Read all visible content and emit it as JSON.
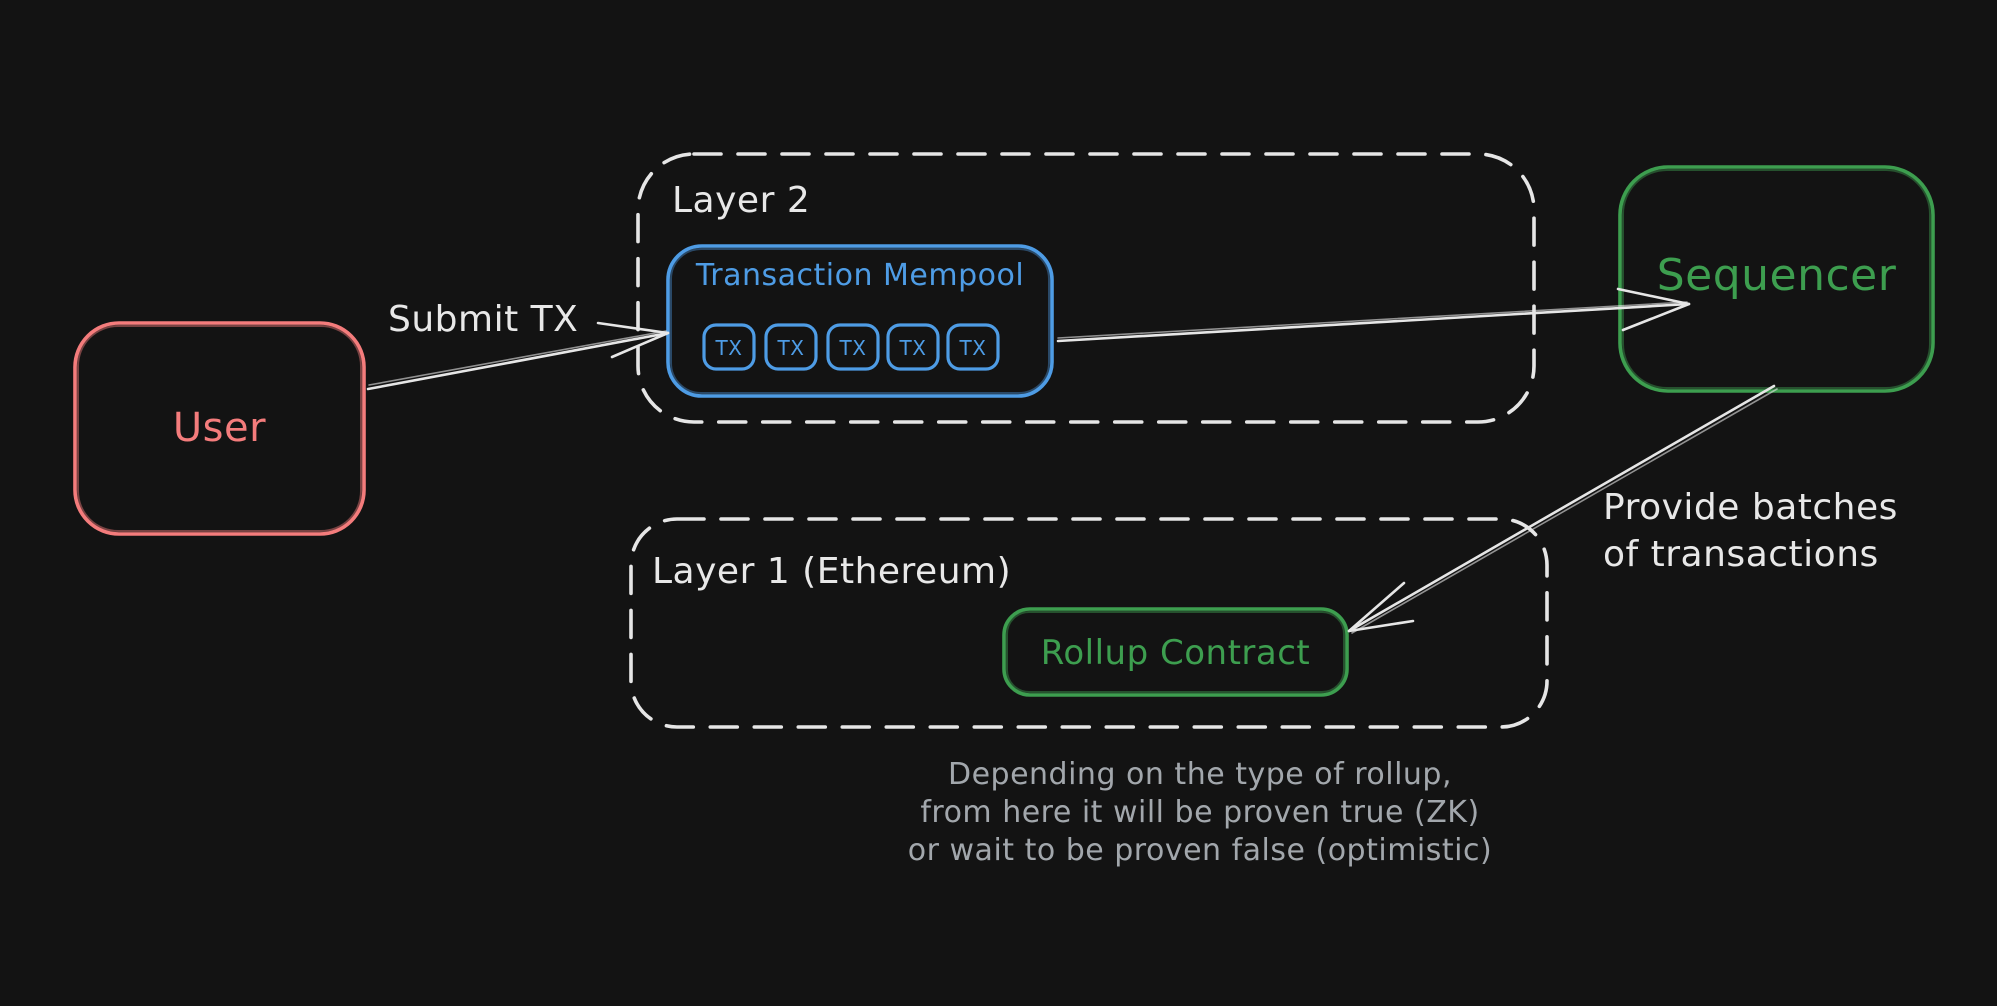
{
  "diagram": {
    "theme": "dark",
    "colors": {
      "background": "#131313",
      "stroke_white": "#e6e6e6",
      "text_muted": "#a2a7ac",
      "user_red": "#f47c7c",
      "mempool_blue": "#4e9ce5",
      "sequencer_green": "#3d9e4f"
    },
    "nodes": {
      "user": {
        "label": "User"
      },
      "layer2": {
        "label": "Layer 2"
      },
      "mempool": {
        "label": "Transaction Mempool",
        "tx_items": [
          "TX",
          "TX",
          "TX",
          "TX",
          "TX"
        ]
      },
      "sequencer": {
        "label": "Sequencer"
      },
      "layer1": {
        "label": "Layer 1 (Ethereum)"
      },
      "rollup_contract": {
        "label": "Rollup Contract"
      }
    },
    "edges": {
      "submit_tx": {
        "label": "Submit TX"
      },
      "mempool_to_sequencer": {
        "label": ""
      },
      "provide_batches": {
        "label": "Provide batches\nof transactions"
      }
    },
    "caption": {
      "text": "Depending on the type of rollup,\nfrom here it will be proven true (ZK)\nor wait to be proven false (optimistic)"
    }
  }
}
